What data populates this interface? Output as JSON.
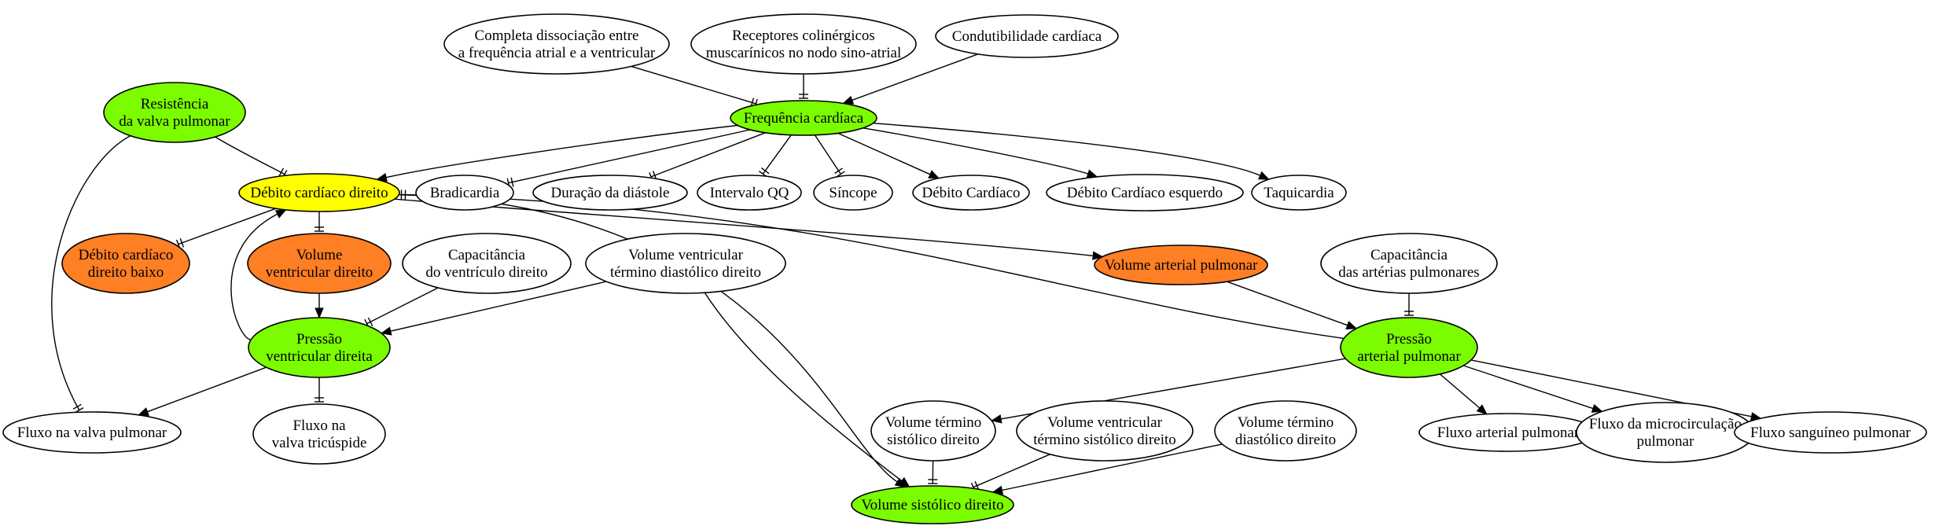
{
  "colors": {
    "green": "#7cfc00",
    "yellow": "#ffff00",
    "orange": "#ff7f24",
    "white": "#ffffff"
  },
  "nodes": [
    {
      "id": "dissociacao",
      "lines": [
        "Completa dissociação entre",
        "a frequência atrial e a ventricular"
      ],
      "fill": "white"
    },
    {
      "id": "receptores",
      "lines": [
        "Receptores colinérgicos",
        "muscarínicos no nodo sino-atrial"
      ],
      "fill": "white"
    },
    {
      "id": "condutibilidade",
      "lines": [
        "Condutibilidade cardíaca"
      ],
      "fill": "white"
    },
    {
      "id": "resistencia",
      "lines": [
        "Resistência",
        "da valva pulmonar"
      ],
      "fill": "green"
    },
    {
      "id": "frequencia",
      "lines": [
        "Frequência cardíaca"
      ],
      "fill": "green"
    },
    {
      "id": "debito_direito",
      "lines": [
        "Débito cardíaco direito"
      ],
      "fill": "yellow"
    },
    {
      "id": "bradicardia",
      "lines": [
        "Bradicardia"
      ],
      "fill": "white"
    },
    {
      "id": "diastole",
      "lines": [
        "Duração da diástole"
      ],
      "fill": "white"
    },
    {
      "id": "qq",
      "lines": [
        "Intervalo QQ"
      ],
      "fill": "white"
    },
    {
      "id": "sincope",
      "lines": [
        "Síncope"
      ],
      "fill": "white"
    },
    {
      "id": "debito_cardiaco",
      "lines": [
        "Débito Cardíaco"
      ],
      "fill": "white"
    },
    {
      "id": "debito_esquerdo",
      "lines": [
        "Débito Cardíaco esquerdo"
      ],
      "fill": "white"
    },
    {
      "id": "taquicardia",
      "lines": [
        "Taquicardia"
      ],
      "fill": "white"
    },
    {
      "id": "debito_baixo",
      "lines": [
        "Débito cardíaco",
        "direito baixo"
      ],
      "fill": "orange"
    },
    {
      "id": "vol_ventricular",
      "lines": [
        "Volume",
        "ventricular direito"
      ],
      "fill": "orange"
    },
    {
      "id": "capacitancia_vd",
      "lines": [
        "Capacitância",
        "do ventrículo direito"
      ],
      "fill": "white"
    },
    {
      "id": "vol_td_direito",
      "lines": [
        "Volume ventricular",
        "término diastólico direito"
      ],
      "fill": "white"
    },
    {
      "id": "vol_arterial",
      "lines": [
        "Volume arterial pulmonar"
      ],
      "fill": "orange"
    },
    {
      "id": "capacitancia_art",
      "lines": [
        "Capacitância",
        "das artérias pulmonares"
      ],
      "fill": "white"
    },
    {
      "id": "pressao_vd",
      "lines": [
        "Pressão",
        "ventricular direita"
      ],
      "fill": "green"
    },
    {
      "id": "pressao_art",
      "lines": [
        "Pressão",
        "arterial pulmonar"
      ],
      "fill": "green"
    },
    {
      "id": "fluxo_valva",
      "lines": [
        "Fluxo na valva pulmonar"
      ],
      "fill": "white"
    },
    {
      "id": "fluxo_tricuspide",
      "lines": [
        "Fluxo na",
        "valva tricúspide"
      ],
      "fill": "white"
    },
    {
      "id": "vts_direito",
      "lines": [
        "Volume término",
        "sistólico direito"
      ],
      "fill": "white"
    },
    {
      "id": "vvts_direito",
      "lines": [
        "Volume ventricular",
        "término sistólico direito"
      ],
      "fill": "white"
    },
    {
      "id": "vtd_direito",
      "lines": [
        "Volume término",
        "diastólico direito"
      ],
      "fill": "white"
    },
    {
      "id": "fluxo_arterial",
      "lines": [
        "Fluxo arterial pulmonar"
      ],
      "fill": "white"
    },
    {
      "id": "fluxo_micro",
      "lines": [
        "Fluxo da microcirculação",
        "pulmonar"
      ],
      "fill": "white"
    },
    {
      "id": "fluxo_sanguineo",
      "lines": [
        "Fluxo sanguíneo pulmonar"
      ],
      "fill": "white"
    },
    {
      "id": "vol_sistolico",
      "lines": [
        "Volume sistólico direito"
      ],
      "fill": "green"
    }
  ],
  "edges": [
    {
      "from": "dissociacao",
      "to": "frequencia",
      "head": "tee"
    },
    {
      "from": "receptores",
      "to": "frequencia",
      "head": "tee"
    },
    {
      "from": "condutibilidade",
      "to": "frequencia",
      "head": "arrow"
    },
    {
      "from": "resistencia",
      "to": "debito_direito",
      "head": "tee"
    },
    {
      "from": "resistencia",
      "to": "fluxo_valva",
      "head": "tee"
    },
    {
      "from": "frequencia",
      "to": "debito_direito",
      "head": "arrow"
    },
    {
      "from": "frequencia",
      "to": "bradicardia",
      "head": "tee"
    },
    {
      "from": "frequencia",
      "to": "diastole",
      "head": "tee"
    },
    {
      "from": "frequencia",
      "to": "qq",
      "head": "tee"
    },
    {
      "from": "frequencia",
      "to": "sincope",
      "head": "tee"
    },
    {
      "from": "frequencia",
      "to": "debito_cardiaco",
      "head": "arrow"
    },
    {
      "from": "frequencia",
      "to": "debito_esquerdo",
      "head": "arrow"
    },
    {
      "from": "frequencia",
      "to": "taquicardia",
      "head": "arrow"
    },
    {
      "from": "debito_direito",
      "to": "debito_baixo",
      "head": "tee"
    },
    {
      "from": "debito_direito",
      "to": "vol_ventricular",
      "head": "tee"
    },
    {
      "from": "debito_direito",
      "to": "vol_arterial",
      "head": "arrow"
    },
    {
      "from": "debito_direito",
      "to": "vol_sistolico",
      "head": "arrow"
    },
    {
      "from": "vol_ventricular",
      "to": "pressao_vd",
      "head": "arrow"
    },
    {
      "from": "capacitancia_vd",
      "to": "pressao_vd",
      "head": "tee"
    },
    {
      "from": "vol_td_direito",
      "to": "pressao_vd",
      "head": "arrow"
    },
    {
      "from": "vol_td_direito",
      "to": "vol_sistolico",
      "head": "arrow"
    },
    {
      "from": "pressao_vd",
      "to": "debito_direito",
      "head": "arrow"
    },
    {
      "from": "pressao_vd",
      "to": "fluxo_valva",
      "head": "arrow"
    },
    {
      "from": "pressao_vd",
      "to": "fluxo_tricuspide",
      "head": "tee"
    },
    {
      "from": "vol_arterial",
      "to": "pressao_art",
      "head": "arrow"
    },
    {
      "from": "capacitancia_art",
      "to": "pressao_art",
      "head": "tee"
    },
    {
      "from": "pressao_art",
      "to": "debito_direito",
      "head": "tee"
    },
    {
      "from": "pressao_art",
      "to": "vts_direito",
      "head": "arrow"
    },
    {
      "from": "pressao_art",
      "to": "fluxo_arterial",
      "head": "arrow"
    },
    {
      "from": "pressao_art",
      "to": "fluxo_micro",
      "head": "arrow"
    },
    {
      "from": "pressao_art",
      "to": "fluxo_sanguineo",
      "head": "arrow"
    },
    {
      "from": "vts_direito",
      "to": "vol_sistolico",
      "head": "tee"
    },
    {
      "from": "vvts_direito",
      "to": "vol_sistolico",
      "head": "tee"
    },
    {
      "from": "vtd_direito",
      "to": "vol_sistolico",
      "head": "arrow"
    }
  ]
}
